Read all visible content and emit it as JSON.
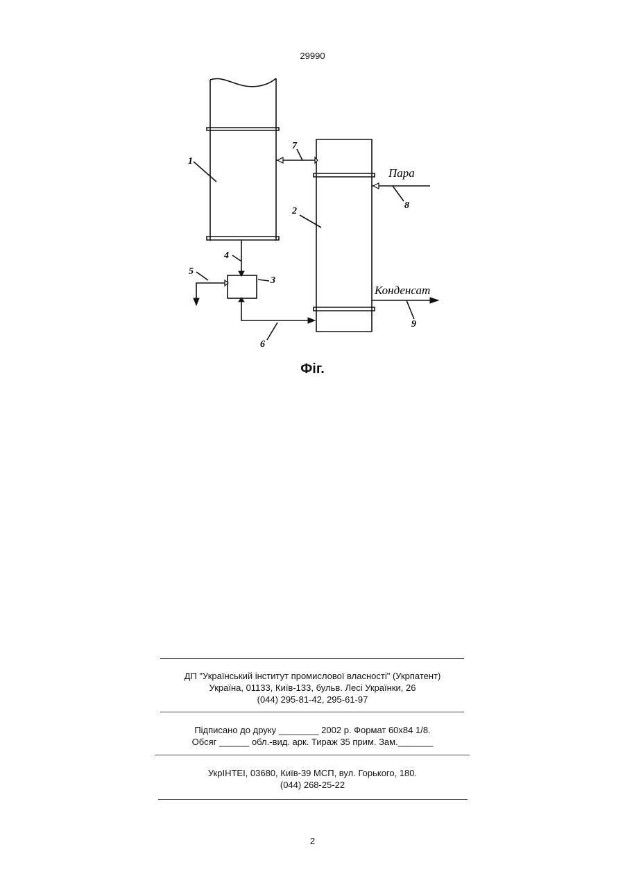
{
  "header": {
    "doc_number": "29990"
  },
  "figure": {
    "caption": "Фіг.",
    "labels": {
      "l1": "1",
      "l2": "2",
      "l3": "3",
      "l4": "4",
      "l5": "5",
      "l6": "6",
      "l7": "7",
      "l8": "8",
      "l9": "9"
    },
    "steam_word": "Пара",
    "condensate_word": "Конденсат"
  },
  "footer": {
    "publisher": {
      "line1": "ДП \"Український інститут промислової власності\" (Укрпатент)",
      "line2": "Україна, 01133, Київ-133, бульв. Лесі Українки, 26",
      "line3": "(044) 295-81-42, 295-61-97"
    },
    "print_info": {
      "line1": "Підписано до друку ________ 2002 р.    Формат 60х84 1/8.",
      "line2": "Обсяг ______ обл.-вид. арк.   Тираж 35 прим.    Зам._______"
    },
    "printer": {
      "line1": "УкрІНТЕІ, 03680, Київ-39 МСП, вул. Горького, 180.",
      "line2": "(044) 268-25-22"
    }
  },
  "page_number": "2"
}
